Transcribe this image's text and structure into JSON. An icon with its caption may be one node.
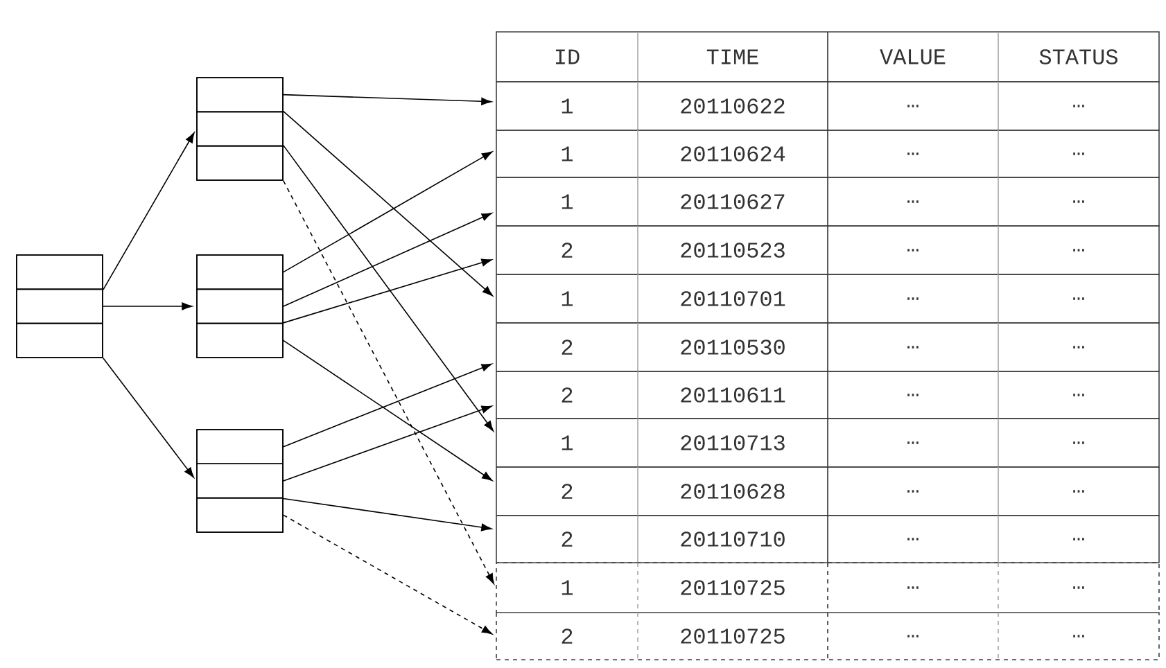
{
  "diagram": {
    "nodes": [
      {
        "text": [],
        "shape": "box"
      },
      {
        "text": [],
        "shape": "box",
        "in": 0
      },
      {
        "text": [],
        "shape": "box",
        "in": 0
      },
      {
        "text": [],
        "shape": "box",
        "in": 0
      },
      {
        "text": [],
        "shape": "box"
      },
      {
        "text": [],
        "shape": "box",
        "in": 4
      },
      {
        "text": [],
        "shape": "box",
        "in": 4
      },
      {
        "text": [],
        "shape": "box",
        "in": 4
      },
      {
        "text": [],
        "shape": "box"
      },
      {
        "text": [],
        "shape": "box",
        "in": 8
      },
      {
        "text": [],
        "shape": "box",
        "in": 8
      },
      {
        "text": [],
        "shape": "box",
        "in": 8
      },
      {
        "text": [],
        "shape": "box"
      },
      {
        "text": [],
        "shape": "box",
        "in": 12
      },
      {
        "text": [],
        "shape": "box",
        "in": 12
      },
      {
        "text": [],
        "shape": "box",
        "in": 12
      },
      {
        "text": [
          "ID",
          "TIME",
          "VALUE",
          "STATUS"
        ]
      },
      {
        "text": [
          "1",
          "20110622",
          "…",
          "…"
        ]
      },
      {
        "text": [
          "1",
          "20110624",
          "…",
          "…"
        ]
      },
      {
        "text": [
          "1",
          "20110627",
          "…",
          "…"
        ]
      },
      {
        "text": [
          "2",
          "20110523",
          "…",
          "…"
        ]
      },
      {
        "text": [
          "1",
          "20110701",
          "…",
          "…"
        ]
      },
      {
        "text": [
          "2",
          "20110530",
          "…",
          "…"
        ]
      },
      {
        "text": [
          "2",
          "20110611",
          "…",
          "…"
        ]
      },
      {
        "text": [
          "1",
          "20110713",
          "…",
          "…"
        ]
      },
      {
        "text": [
          "2",
          "20110628",
          "…",
          "…"
        ]
      },
      {
        "text": [
          "2",
          "20110710",
          "…",
          "…"
        ]
      },
      {
        "text": [
          "1",
          "20110725",
          "…",
          "…"
        ]
      },
      {
        "text": [
          "2",
          "20110725",
          "…",
          "…"
        ]
      }
    ],
    "edges": [
      {
        "from": 1,
        "to": 6,
        "arrow": "to"
      },
      {
        "from": 2,
        "to": 10,
        "arrow": "to"
      },
      {
        "from": 3,
        "to": 14,
        "arrow": "to"
      },
      {
        "from": 5,
        "to": 17,
        "arrow": "to"
      },
      {
        "from": 6,
        "to": 21,
        "arrow": "to"
      },
      {
        "from": 7,
        "to": 24,
        "arrow": "to"
      },
      {
        "from": 7,
        "to": 27,
        "arrow": "to",
        "style": "dashed"
      },
      {
        "from": 9,
        "to": 18,
        "arrow": "to"
      },
      {
        "from": 10,
        "to": 19,
        "arrow": "to"
      },
      {
        "from": 11,
        "to": 20,
        "arrow": "to"
      },
      {
        "from": 11,
        "to": 25,
        "arrow": "to"
      },
      {
        "from": 13,
        "to": 22,
        "arrow": "to"
      },
      {
        "from": 14,
        "to": 23,
        "arrow": "to"
      },
      {
        "from": 14,
        "to": 26,
        "arrow": "to"
      },
      {
        "from": 15,
        "to": 28,
        "arrow": "to",
        "style": "dashed"
      }
    ]
  }
}
